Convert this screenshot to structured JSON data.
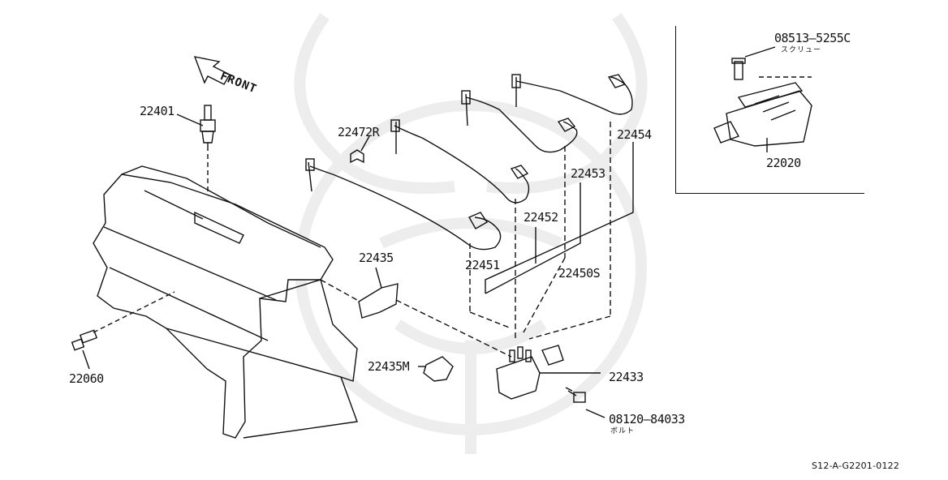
{
  "direction_label": "FRONT",
  "inset": {
    "screw_part": "08513–5255C",
    "screw_name": "スクリュー",
    "module_part": "22020"
  },
  "parts": {
    "spark_plug": "22401",
    "clip": "22472R",
    "wire_1": "22451",
    "wire_2": "22452",
    "wire_3": "22453",
    "wire_4": "22454",
    "wire_set": "22450S",
    "bracket": "22435",
    "bracket_m": "22435M",
    "sensor": "22060",
    "ignition_coil": "22433",
    "bolt_part": "08120–84033",
    "bolt_name": "ボルト"
  },
  "diagram_code": "S12-A-G2201-0122"
}
